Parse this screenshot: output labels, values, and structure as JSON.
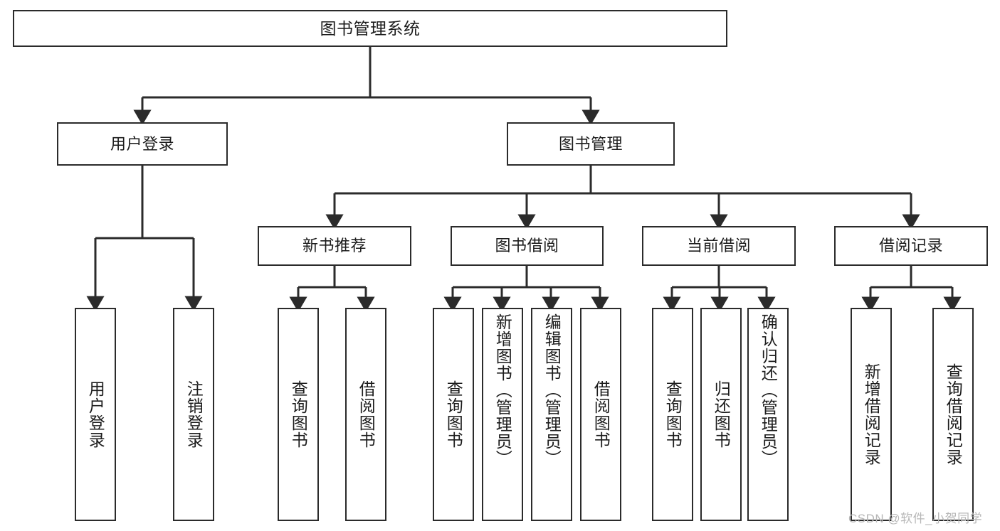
{
  "diagram": {
    "type": "tree-hierarchy",
    "title": "图书管理系统",
    "orientation": "top-down",
    "colors": {
      "box_border": "#2b2b2b",
      "box_fill": "#ffffff",
      "connector": "#2b2b2b",
      "background": "#ffffff",
      "watermark": "#b7b7b7"
    },
    "levels": {
      "level1": [
        "图书管理系统"
      ],
      "level2": [
        "用户登录",
        "图书管理"
      ],
      "level3": [
        "新书推荐",
        "图书借阅",
        "当前借阅",
        "借阅记录"
      ],
      "level4": [
        "用户登录",
        "注销登录",
        "查询图书",
        "借阅图书",
        "查询图书",
        "新增图书（管理员）",
        "编辑图书（管理员）",
        "借阅图书",
        "查询图书",
        "归还图书",
        "确认归还（管理员）",
        "新增借阅记录",
        "查询借阅记录"
      ]
    }
  },
  "root": {
    "label": "图书管理系统"
  },
  "branches": [
    {
      "id": "user-login",
      "label": "用户登录"
    },
    {
      "id": "book-manage",
      "label": "图书管理"
    }
  ],
  "groups": [
    {
      "id": "new-book-recommend",
      "label": "新书推荐"
    },
    {
      "id": "book-borrow",
      "label": "图书借阅"
    },
    {
      "id": "current-borrow",
      "label": "当前借阅"
    },
    {
      "id": "borrow-record",
      "label": "借阅记录"
    }
  ],
  "leaves": {
    "user_login": [
      {
        "id": "leaf-user-login",
        "label": "用户登录"
      },
      {
        "id": "leaf-logout",
        "label": "注销登录"
      }
    ],
    "new_book_recommend": [
      {
        "id": "leaf-query-book-1",
        "label": "查询图书"
      },
      {
        "id": "leaf-borrow-book-1",
        "label": "借阅图书"
      }
    ],
    "book_borrow": [
      {
        "id": "leaf-query-book-2",
        "label": "查询图书"
      },
      {
        "id": "leaf-add-book",
        "label": "新增图书（管理员）"
      },
      {
        "id": "leaf-edit-book",
        "label": "编辑图书（管理员）"
      },
      {
        "id": "leaf-borrow-book-2",
        "label": "借阅图书"
      }
    ],
    "current_borrow": [
      {
        "id": "leaf-query-book-3",
        "label": "查询图书"
      },
      {
        "id": "leaf-return-book",
        "label": "归还图书"
      },
      {
        "id": "leaf-confirm-return",
        "label": "确认归还（管理员）"
      }
    ],
    "borrow_record": [
      {
        "id": "leaf-add-record",
        "label": "新增借阅记录"
      },
      {
        "id": "leaf-query-record",
        "label": "查询借阅记录"
      }
    ]
  },
  "watermark": {
    "text": "CSDN @软件_小贺同学"
  }
}
